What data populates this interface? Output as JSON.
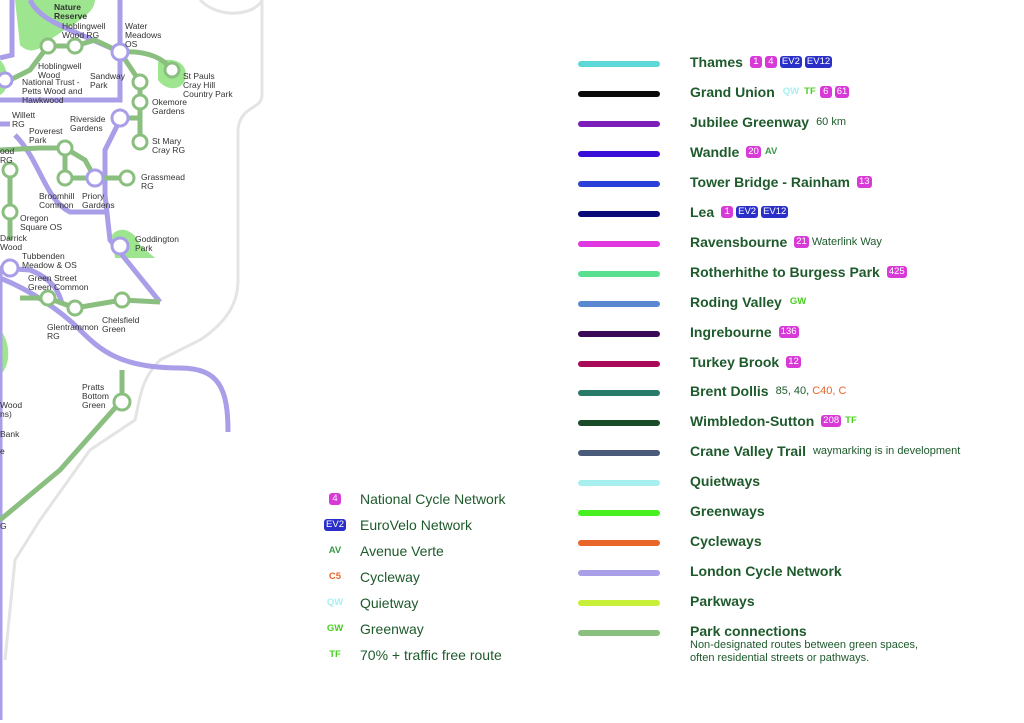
{
  "map": {
    "labels": [
      {
        "id": "nature-reserve",
        "lines": [
          "Nature",
          "Reserve"
        ]
      },
      {
        "id": "hoblingwell-rg",
        "lines": [
          "Hoblingwell",
          "Wood RG"
        ]
      },
      {
        "id": "water-meadows",
        "lines": [
          "Water",
          "Meadows",
          "OS"
        ]
      },
      {
        "id": "hoblingwell-wood",
        "lines": [
          "Hoblingwell",
          "Wood"
        ]
      },
      {
        "id": "national-trust",
        "lines": [
          "National Trust -",
          "Petts Wood and",
          "Hawkwood"
        ]
      },
      {
        "id": "sandway-park",
        "lines": [
          "Sandway",
          "Park"
        ]
      },
      {
        "id": "st-pauls",
        "lines": [
          "St Pauls",
          "Cray Hill",
          "Country Park"
        ]
      },
      {
        "id": "okemore",
        "lines": [
          "Okemore",
          "Gardens"
        ]
      },
      {
        "id": "willett",
        "lines": [
          "Willett",
          "RG"
        ]
      },
      {
        "id": "riverside",
        "lines": [
          "Riverside",
          "Gardens"
        ]
      },
      {
        "id": "poverest",
        "lines": [
          "Poverest",
          "Park"
        ]
      },
      {
        "id": "st-mary-cray",
        "lines": [
          "St Mary",
          "Cray RG"
        ]
      },
      {
        "id": "ood-rg",
        "lines": [
          "ood",
          "RG"
        ]
      },
      {
        "id": "grassmead",
        "lines": [
          "Grassmead",
          "RG"
        ]
      },
      {
        "id": "broomhill",
        "lines": [
          "Broomhill",
          "Common"
        ]
      },
      {
        "id": "priory",
        "lines": [
          "Priory",
          "Gardens"
        ]
      },
      {
        "id": "oregon",
        "lines": [
          "Oregon",
          "Square OS"
        ]
      },
      {
        "id": "darrick",
        "lines": [
          "Darrick",
          "Wood"
        ]
      },
      {
        "id": "goddington",
        "lines": [
          "Goddington",
          "Park"
        ]
      },
      {
        "id": "tubbenden",
        "lines": [
          "Tubbenden",
          "Meadow & OS"
        ]
      },
      {
        "id": "green-street",
        "lines": [
          "Green Street",
          "Green Common"
        ]
      },
      {
        "id": "glentrammon",
        "lines": [
          "Glentrammon",
          "RG"
        ]
      },
      {
        "id": "chelsfield",
        "lines": [
          "Chelsfield",
          "Green"
        ]
      },
      {
        "id": "pratts",
        "lines": [
          "Pratts",
          "Bottom",
          "Green"
        ]
      },
      {
        "id": "wood-ns",
        "lines": [
          "Wood",
          "ns)"
        ]
      },
      {
        "id": "bank",
        "lines": [
          "Bank"
        ]
      },
      {
        "id": "e",
        "lines": [
          "e"
        ]
      },
      {
        "id": "g",
        "lines": [
          "G"
        ]
      }
    ]
  },
  "routes": [
    {
      "name": "Thames",
      "color": "#5cd8d8",
      "tags": [
        {
          "t": "1",
          "k": "ncn"
        },
        {
          "t": "4",
          "k": "ncn"
        },
        {
          "t": "EV2",
          "k": "ev"
        },
        {
          "t": "EV12",
          "k": "ev"
        }
      ]
    },
    {
      "name": "Grand Union",
      "color": "#0a0a0a",
      "tags": [
        {
          "t": "QW",
          "k": "qw"
        },
        {
          "t": "TF",
          "k": "tf"
        },
        {
          "t": "6",
          "k": "ncn"
        },
        {
          "t": "61",
          "k": "ncn"
        }
      ]
    },
    {
      "name": "Jubilee Greenway",
      "color": "#7b1fb8",
      "tags": [],
      "note": "60 km"
    },
    {
      "name": "Wandle",
      "color": "#3a10d8",
      "tags": [
        {
          "t": "20",
          "k": "ncn"
        },
        {
          "t": "AV",
          "k": "av"
        }
      ]
    },
    {
      "name": "Tower Bridge - Rainham",
      "color": "#2a40d8",
      "tags": [
        {
          "t": "13",
          "k": "ncn"
        }
      ]
    },
    {
      "name": "Lea",
      "color": "#0a0a78",
      "tags": [
        {
          "t": "1",
          "k": "ncn"
        },
        {
          "t": "EV2",
          "k": "ev"
        },
        {
          "t": "EV12",
          "k": "ev"
        }
      ]
    },
    {
      "name": "Ravensbourne",
      "color": "#e038e0",
      "tags": [
        {
          "t": "21",
          "k": "ncn"
        }
      ],
      "note": "Waterlink Way"
    },
    {
      "name": "Rotherhithe to Burgess Park",
      "color": "#58e090",
      "tags": [
        {
          "t": "425",
          "k": "ncn"
        }
      ]
    },
    {
      "name": "Roding Valley",
      "color": "#5a88d0",
      "tags": [
        {
          "t": "GW",
          "k": "gw"
        }
      ]
    },
    {
      "name": "Ingrebourne",
      "color": "#3a0a58",
      "tags": [
        {
          "t": "136",
          "k": "ncn"
        }
      ]
    },
    {
      "name": "Turkey Brook",
      "color": "#a80a58",
      "tags": [
        {
          "t": "12",
          "k": "ncn"
        }
      ]
    },
    {
      "name": "Brent Dollis",
      "color": "#2a7a6a",
      "tags": [],
      "note": "85, 40,",
      "note2": "C40, C"
    },
    {
      "name": "Wimbledon-Sutton",
      "color": "#1a4a28",
      "tags": [
        {
          "t": "208",
          "k": "ncn"
        },
        {
          "t": "TF",
          "k": "tf"
        }
      ]
    },
    {
      "name": "Crane Valley Trail",
      "color": "#4a5a7a",
      "tags": [],
      "note": "waymarking is in development"
    },
    {
      "name": "Quietways",
      "color": "#a8f0f0",
      "tags": []
    },
    {
      "name": "Greenways",
      "color": "#48f020",
      "tags": []
    },
    {
      "name": "Cycleways",
      "color": "#e8662a",
      "tags": []
    },
    {
      "name": "London Cycle Network",
      "color": "#a99ee8",
      "tags": []
    },
    {
      "name": "Parkways",
      "color": "#c8f038",
      "tags": []
    },
    {
      "name": "Park connections",
      "color": "#8abf80",
      "tags": []
    }
  ],
  "park_connections_desc": [
    "Non-designated routes between green spaces,",
    "often residential streets or pathways."
  ],
  "key": [
    {
      "symbol": "4",
      "kind": "ncn",
      "label": "National Cycle Network"
    },
    {
      "symbol": "EV2",
      "kind": "ev",
      "label": "EuroVelo Network"
    },
    {
      "symbol": "AV",
      "kind": "av",
      "label": "Avenue Verte"
    },
    {
      "symbol": "C5",
      "kind": "cyc",
      "label": "Cycleway"
    },
    {
      "symbol": "QW",
      "kind": "qw",
      "label": "Quietway"
    },
    {
      "symbol": "GW",
      "kind": "gw",
      "label": "Greenway"
    },
    {
      "symbol": "TF",
      "kind": "tf",
      "label": "70% + traffic free route"
    }
  ],
  "code_colors": {
    "ncn": "#d83ad8",
    "ev": "#2a2fc7",
    "av": "#3a9a4a",
    "cyc": "#e8662a",
    "qw": "#a8f0f0",
    "gw": "#48d020",
    "tf": "#48d020"
  }
}
